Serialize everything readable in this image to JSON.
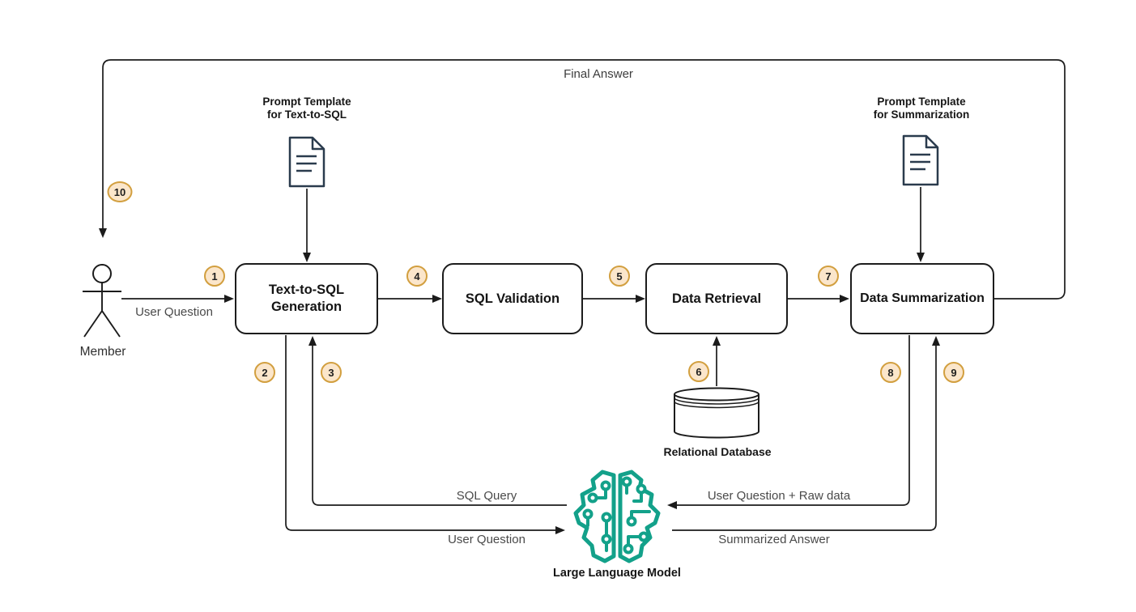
{
  "actor": {
    "label": "Member"
  },
  "prompt_templates": {
    "text_to_sql": {
      "line1": "Prompt Template",
      "line2": "for Text-to-SQL"
    },
    "summarization": {
      "line1": "Prompt Template",
      "line2": "for Summarization"
    }
  },
  "processes": {
    "text_to_sql_generation": {
      "line1": "Text-to-SQL",
      "line2": "Generation"
    },
    "sql_validation": {
      "label": "SQL Validation"
    },
    "data_retrieval": {
      "label": "Data Retrieval"
    },
    "data_summarization": {
      "label": "Data Summarization"
    }
  },
  "database": {
    "label": "Relational Database"
  },
  "llm": {
    "label": "Large Language Model"
  },
  "edge_labels": {
    "user_question_input": "User Question",
    "final_answer": "Final Answer",
    "sql_query": "SQL Query",
    "user_question_to_llm": "User Question",
    "user_question_raw_data": "User Question + Raw data",
    "summarized_answer": "Summarized Answer"
  },
  "step_badges": [
    "1",
    "2",
    "3",
    "4",
    "5",
    "6",
    "7",
    "8",
    "9",
    "10"
  ],
  "colors": {
    "badge_fill": "#FBE6CB",
    "badge_border": "#D29F3F",
    "connector": "#1B1B1B",
    "llm_icon_teal": "#13A18A",
    "document_icon_stroke": "#2A3B4D"
  }
}
